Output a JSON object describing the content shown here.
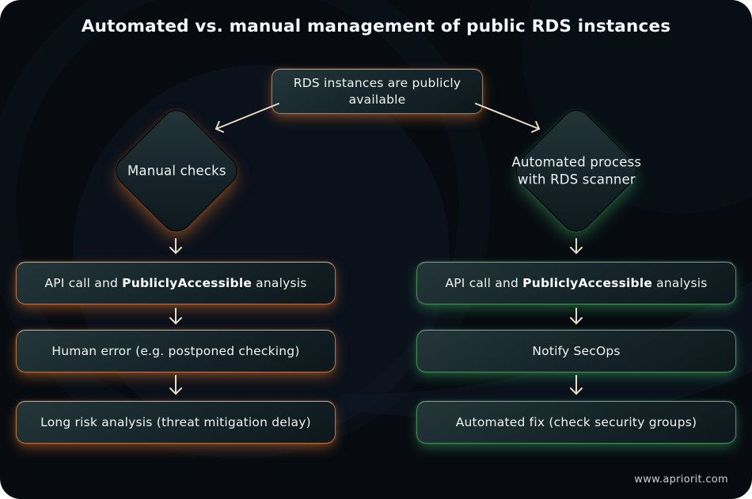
{
  "title": "Automated vs. manual management of public RDS instances",
  "flowchart": {
    "root": {
      "label": "RDS instances are publicly available"
    },
    "branches": [
      {
        "id": "manual",
        "decision": "Manual checks",
        "accent_color": "#c9803f",
        "steps": [
          {
            "prefix": "API call and ",
            "bold": "PubliclyAccessible",
            "suffix": " analysis"
          },
          {
            "prefix": "Human error (e.g. postponed checking)",
            "bold": "",
            "suffix": ""
          },
          {
            "prefix": "Long risk analysis (threat mitigation delay)",
            "bold": "",
            "suffix": ""
          }
        ]
      },
      {
        "id": "automated",
        "decision": "Automated process with RDS scanner",
        "accent_color": "#4fae66",
        "steps": [
          {
            "prefix": "API call and ",
            "bold": "PubliclyAccessible",
            "suffix": " analysis"
          },
          {
            "prefix": "Notify SecOps",
            "bold": "",
            "suffix": ""
          },
          {
            "prefix": "Automated fix (check security groups)",
            "bold": "",
            "suffix": ""
          }
        ]
      }
    ]
  },
  "footer": {
    "website": "www.apriorit.com"
  },
  "colors": {
    "background": "#070b10",
    "node_fill_top": "#24363a",
    "node_fill_bottom": "#0d171c",
    "manual_accent": "#c9803f",
    "automated_accent": "#4fae66",
    "arrow": "#e9dcc7",
    "title_text": "#f7f9fa",
    "node_text": "#eef2f3"
  }
}
